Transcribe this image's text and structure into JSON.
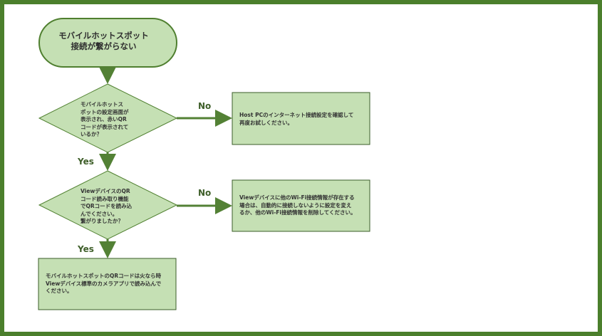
{
  "colors": {
    "frame": "#4b7f2c",
    "fill": "#c5e0b4",
    "stroke": "#4f7f2f",
    "arrow": "#538135"
  },
  "start": {
    "text": "モバイルホットスポット\n接続が繋がらない"
  },
  "decision1": {
    "text": "モバイルホットス\nポットの設定画面が\n表示され、赤いQR\nコードが表示されて\nいるか？"
  },
  "decision2": {
    "text": "ViewデバイスのQR\nコード読み取り機能\nでQRコードを読み込\nんでください。\n繋がりましたか？"
  },
  "result_no1": {
    "text": "Host PCのインターネット接続設定を確認して\n再度お試しください。"
  },
  "result_no2": {
    "text": "Viewデバイスに他のWi-Fi接続情報が存在する\n場合は、自動的に接続しないように設定を変え\nるか、他のWi-Fi接続情報を削除してください。"
  },
  "result_yes": {
    "text": "モバイルホットスポットのQRコードは火なら時\nViewデバイス標準のカメラアプリで読み込んで\nください。"
  },
  "labels": {
    "no": "No",
    "yes": "Yes"
  }
}
